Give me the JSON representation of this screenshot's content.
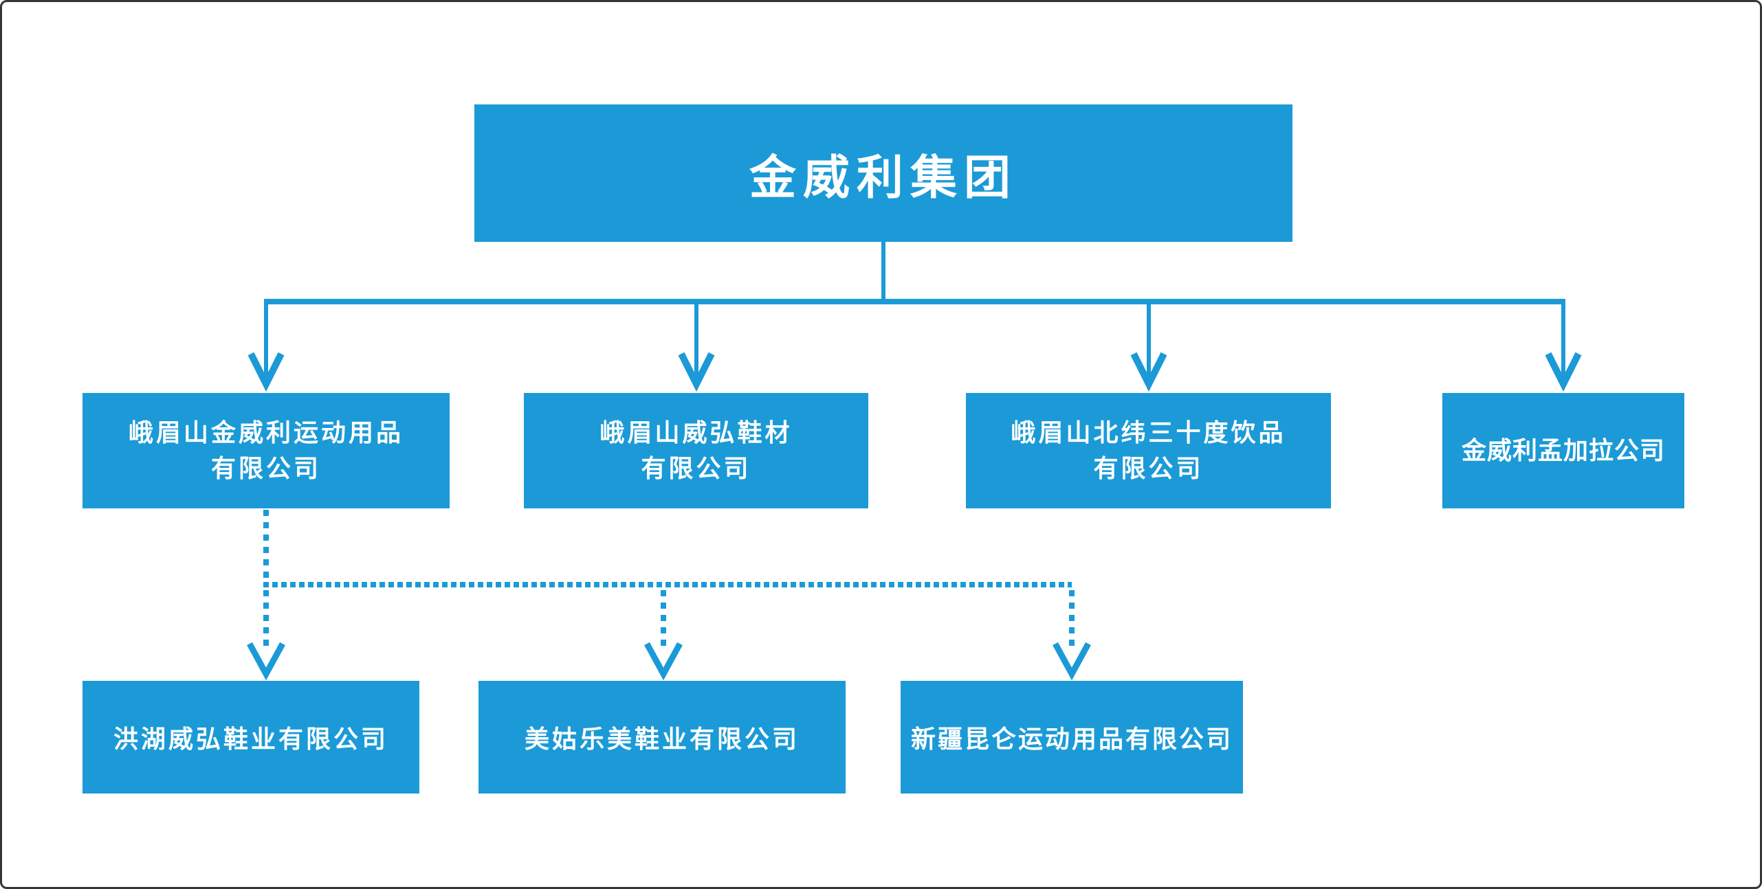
{
  "diagram": {
    "type": "org-chart",
    "colors": {
      "node_fill": "#1b9ad7",
      "node_text": "#ffffff",
      "connector": "#1b9ad7",
      "frame_border": "#3a3335",
      "background": "#ffffff"
    },
    "nodes": {
      "root": {
        "label": "金威利集团"
      },
      "subsidiaries": [
        {
          "line1": "峨眉山金威利运动用品",
          "line2": "有限公司"
        },
        {
          "line1": "峨眉山威弘鞋材",
          "line2": "有限公司"
        },
        {
          "line1": "峨眉山北纬三十度饮品",
          "line2": "有限公司"
        },
        {
          "line1": "金威利孟加拉公司"
        }
      ],
      "sub_subsidiaries": [
        {
          "line1": "洪湖威弘鞋业有限公司"
        },
        {
          "line1": "美姑乐美鞋业有限公司"
        },
        {
          "line1": "新疆昆仑运动用品有限公司"
        }
      ]
    },
    "connections": {
      "solid_arrows": "root to each subsidiary",
      "dashed_arrows": "subsidiary 1 to each sub-subsidiary"
    }
  }
}
